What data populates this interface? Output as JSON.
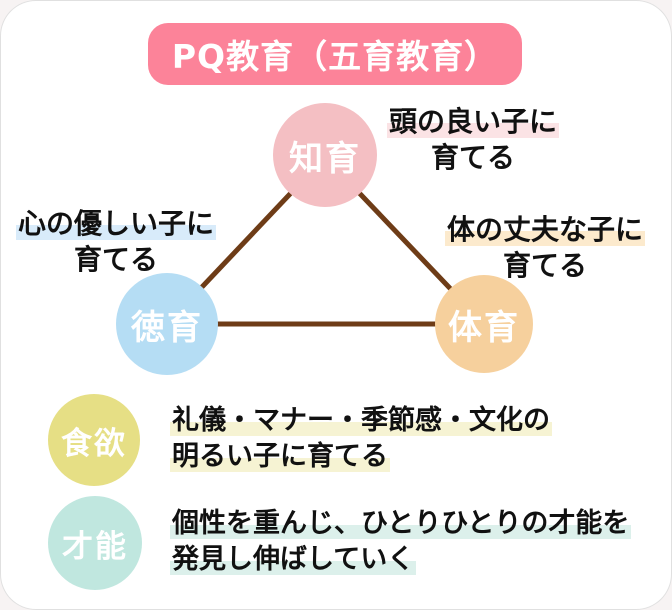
{
  "title": "PQ教育（五育教育）",
  "colors": {
    "title_bg": "#fc8399",
    "title_text": "#ffffff",
    "line": "#6e3c17",
    "text": "#111111",
    "card_bg": "#ffffff"
  },
  "triangle": {
    "nodes": [
      {
        "label": "知育",
        "color": "#f4bfc3",
        "highlight": "#fbe3e5",
        "desc": [
          "頭の良い子に",
          "育てる"
        ]
      },
      {
        "label": "徳育",
        "color": "#b5ddf4",
        "highlight": "#d8ebfa",
        "desc": [
          "心の優しい子に",
          "育てる"
        ]
      },
      {
        "label": "体育",
        "color": "#f6d09d",
        "highlight": "#fceacd",
        "desc": [
          "体の丈夫な子に",
          "育てる"
        ]
      }
    ]
  },
  "items": [
    {
      "label": "食欲",
      "color": "#e6df85",
      "highlight": "#f6f3d3",
      "desc": [
        "礼儀・マナー・季節感・文化の",
        "明るい子に育てる"
      ]
    },
    {
      "label": "才能",
      "color": "#c0e7df",
      "highlight": "#dcf0eb",
      "desc": [
        "個性を重んじ、ひとりひとりの才能を",
        "発見し伸ばしていく"
      ]
    }
  ]
}
